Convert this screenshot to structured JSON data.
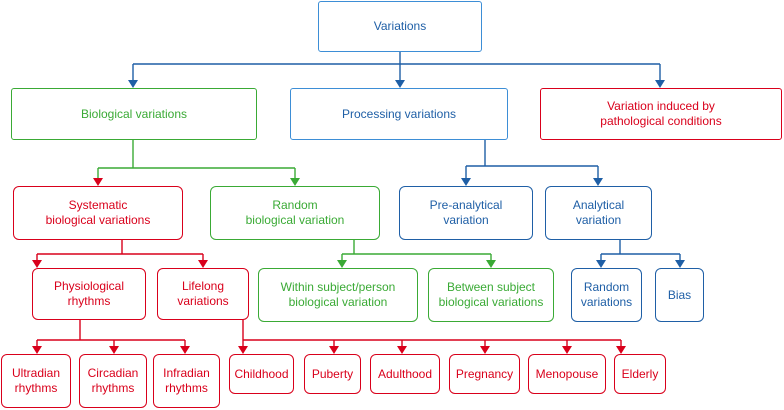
{
  "colors": {
    "blue_light": "#3d8ed6",
    "blue": "#1f5fa6",
    "green": "#3aaa35",
    "red": "#d9001b"
  },
  "nodes": {
    "variations": "Variations",
    "biological": "Biological variations",
    "processing": "Processing variations",
    "pathological": "Variation induced by\npathological conditions",
    "systematic": "Systematic\nbiological variations",
    "random_bio": "Random\nbiological variation",
    "pre_analytical": "Pre-analytical\nvariation",
    "analytical": "Analytical\nvariation",
    "physiological": "Physiological\nrhythms",
    "lifelong": "Lifelong\nvariations",
    "within": "Within subject/person\nbiological variation",
    "between": "Between subject\nbiological variations",
    "random_var": "Random\nvariations",
    "bias": "Bias",
    "ultradian": "Ultradian\nrhythms",
    "circadian": "Circadian\nrhythms",
    "infradian": "Infradian\nrhythms",
    "childhood": "Childhood",
    "puberty": "Puberty",
    "adulthood": "Adulthood",
    "pregnancy": "Pregnancy",
    "menopause": "Menopouse",
    "elderly": "Elderly"
  }
}
